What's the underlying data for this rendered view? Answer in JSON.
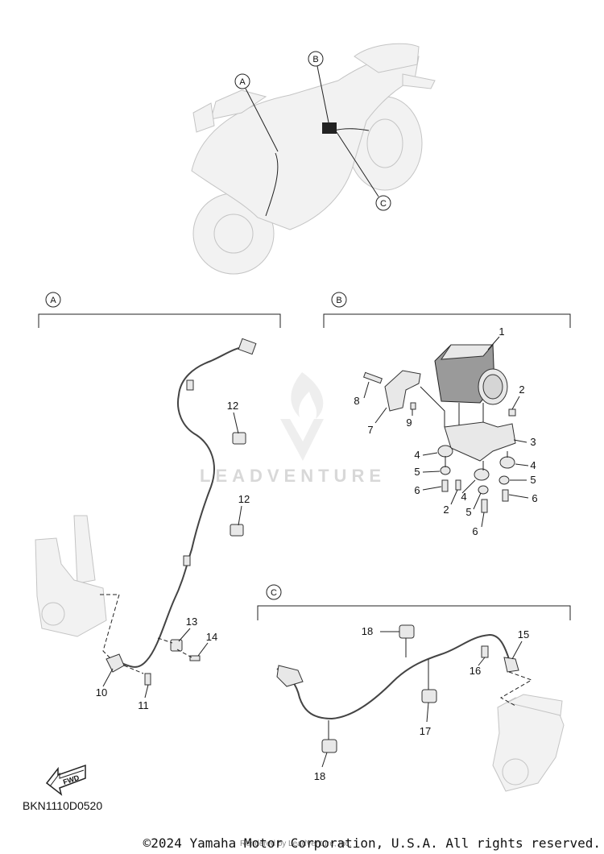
{
  "sections": [
    {
      "id": "A",
      "label": "A"
    },
    {
      "id": "B",
      "label": "B"
    },
    {
      "id": "C",
      "label": "C"
    }
  ],
  "overview_callouts": [
    "A",
    "B",
    "C"
  ],
  "part_numbers": {
    "p1": "1",
    "p2a": "2",
    "p2b": "2",
    "p3": "3",
    "p4a": "4",
    "p4b": "4",
    "p4c": "4",
    "p5a": "5",
    "p5b": "5",
    "p5c": "5",
    "p6a": "6",
    "p6b": "6",
    "p6c": "6",
    "p7": "7",
    "p8": "8",
    "p9": "9",
    "p10": "10",
    "p11": "11",
    "p12a": "12",
    "p12b": "12",
    "p13": "13",
    "p14": "14",
    "p15": "15",
    "p16": "16",
    "p17": "17",
    "p18a": "18",
    "p18b": "18"
  },
  "fwd_label": "FWD",
  "diagram_code": "BKN1110D0520",
  "watermark": "LEADVENTURE",
  "copyright": "©2024 Yamaha Motor Corporation, U.S.A. All rights reserved.",
  "rendered_by": "Rendered by LeadVenture, Inc."
}
